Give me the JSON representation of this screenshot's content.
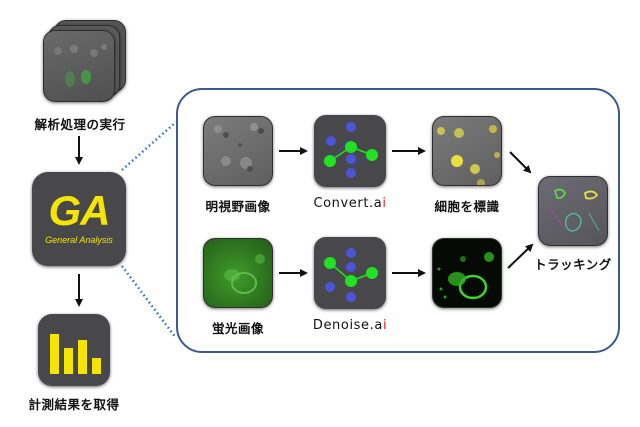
{
  "left_column": {
    "execute": {
      "label": "解析処理の実行",
      "icon": "image-stack-icon"
    },
    "ga_app": {
      "title": "GA",
      "subtitle": "General Analysis",
      "accent": "#f5e400",
      "background": "#48484a"
    },
    "results": {
      "label": "計測結果を取得",
      "icon": "bar-chart-icon",
      "bar_color": "#f5e400"
    }
  },
  "pipeline": {
    "top_row": {
      "input": {
        "label": "明視野画像",
        "icon": "brightfield-image"
      },
      "model": {
        "label_base": "Convert.a",
        "label_accent": "i",
        "icon": "neural-network-icon"
      },
      "output": {
        "label": "細胞を標識",
        "icon": "labeled-cells-image"
      }
    },
    "bottom_row": {
      "input": {
        "label": "蛍光画像",
        "icon": "fluorescence-image"
      },
      "model": {
        "label_base": "Denoise.a",
        "label_accent": "i",
        "icon": "neural-network-icon"
      },
      "output": {
        "label": "",
        "icon": "denoised-fluorescence-image"
      }
    },
    "final": {
      "label": "トラッキング",
      "icon": "tracking-image"
    }
  },
  "colors": {
    "panel_border": "#3d5a8c",
    "dotted_connector": "#2f6fb5",
    "node_green": "#22e022",
    "node_blue": "#4a55d8",
    "ai_accent": "#e01f1f"
  }
}
